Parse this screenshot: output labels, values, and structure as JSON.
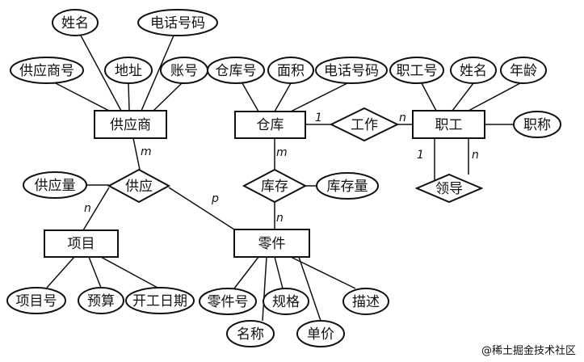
{
  "entities": {
    "supplier": "供应商",
    "warehouse": "仓库",
    "employee": "职工",
    "project": "项目",
    "part": "零件"
  },
  "relationships": {
    "supply": "供应",
    "work": "工作",
    "stock": "库存",
    "lead": "领导"
  },
  "attributes": {
    "supplier_name": "姓名",
    "supplier_phone": "电话号码",
    "supplier_no": "供应商号",
    "supplier_address": "地址",
    "supplier_account": "账号",
    "warehouse_no": "仓库号",
    "warehouse_area": "面积",
    "warehouse_phone": "电话号码",
    "employee_no": "职工号",
    "employee_name": "姓名",
    "employee_age": "年龄",
    "employee_title": "职称",
    "supply_quantity": "供应量",
    "stock_quantity": "库存量",
    "project_no": "项目号",
    "project_budget": "预算",
    "project_start_date": "开工日期",
    "part_no": "零件号",
    "part_spec": "规格",
    "part_desc": "描述",
    "part_name": "名称",
    "part_price": "单价"
  },
  "cardinalities": {
    "work_warehouse": "1",
    "work_employee": "n",
    "supply_supplier": "m",
    "supply_project": "n",
    "supply_part": "p",
    "stock_warehouse": "m",
    "stock_part": "n",
    "lead_left": "1",
    "lead_right": "n"
  },
  "watermark": "@稀土掘金技术社区"
}
